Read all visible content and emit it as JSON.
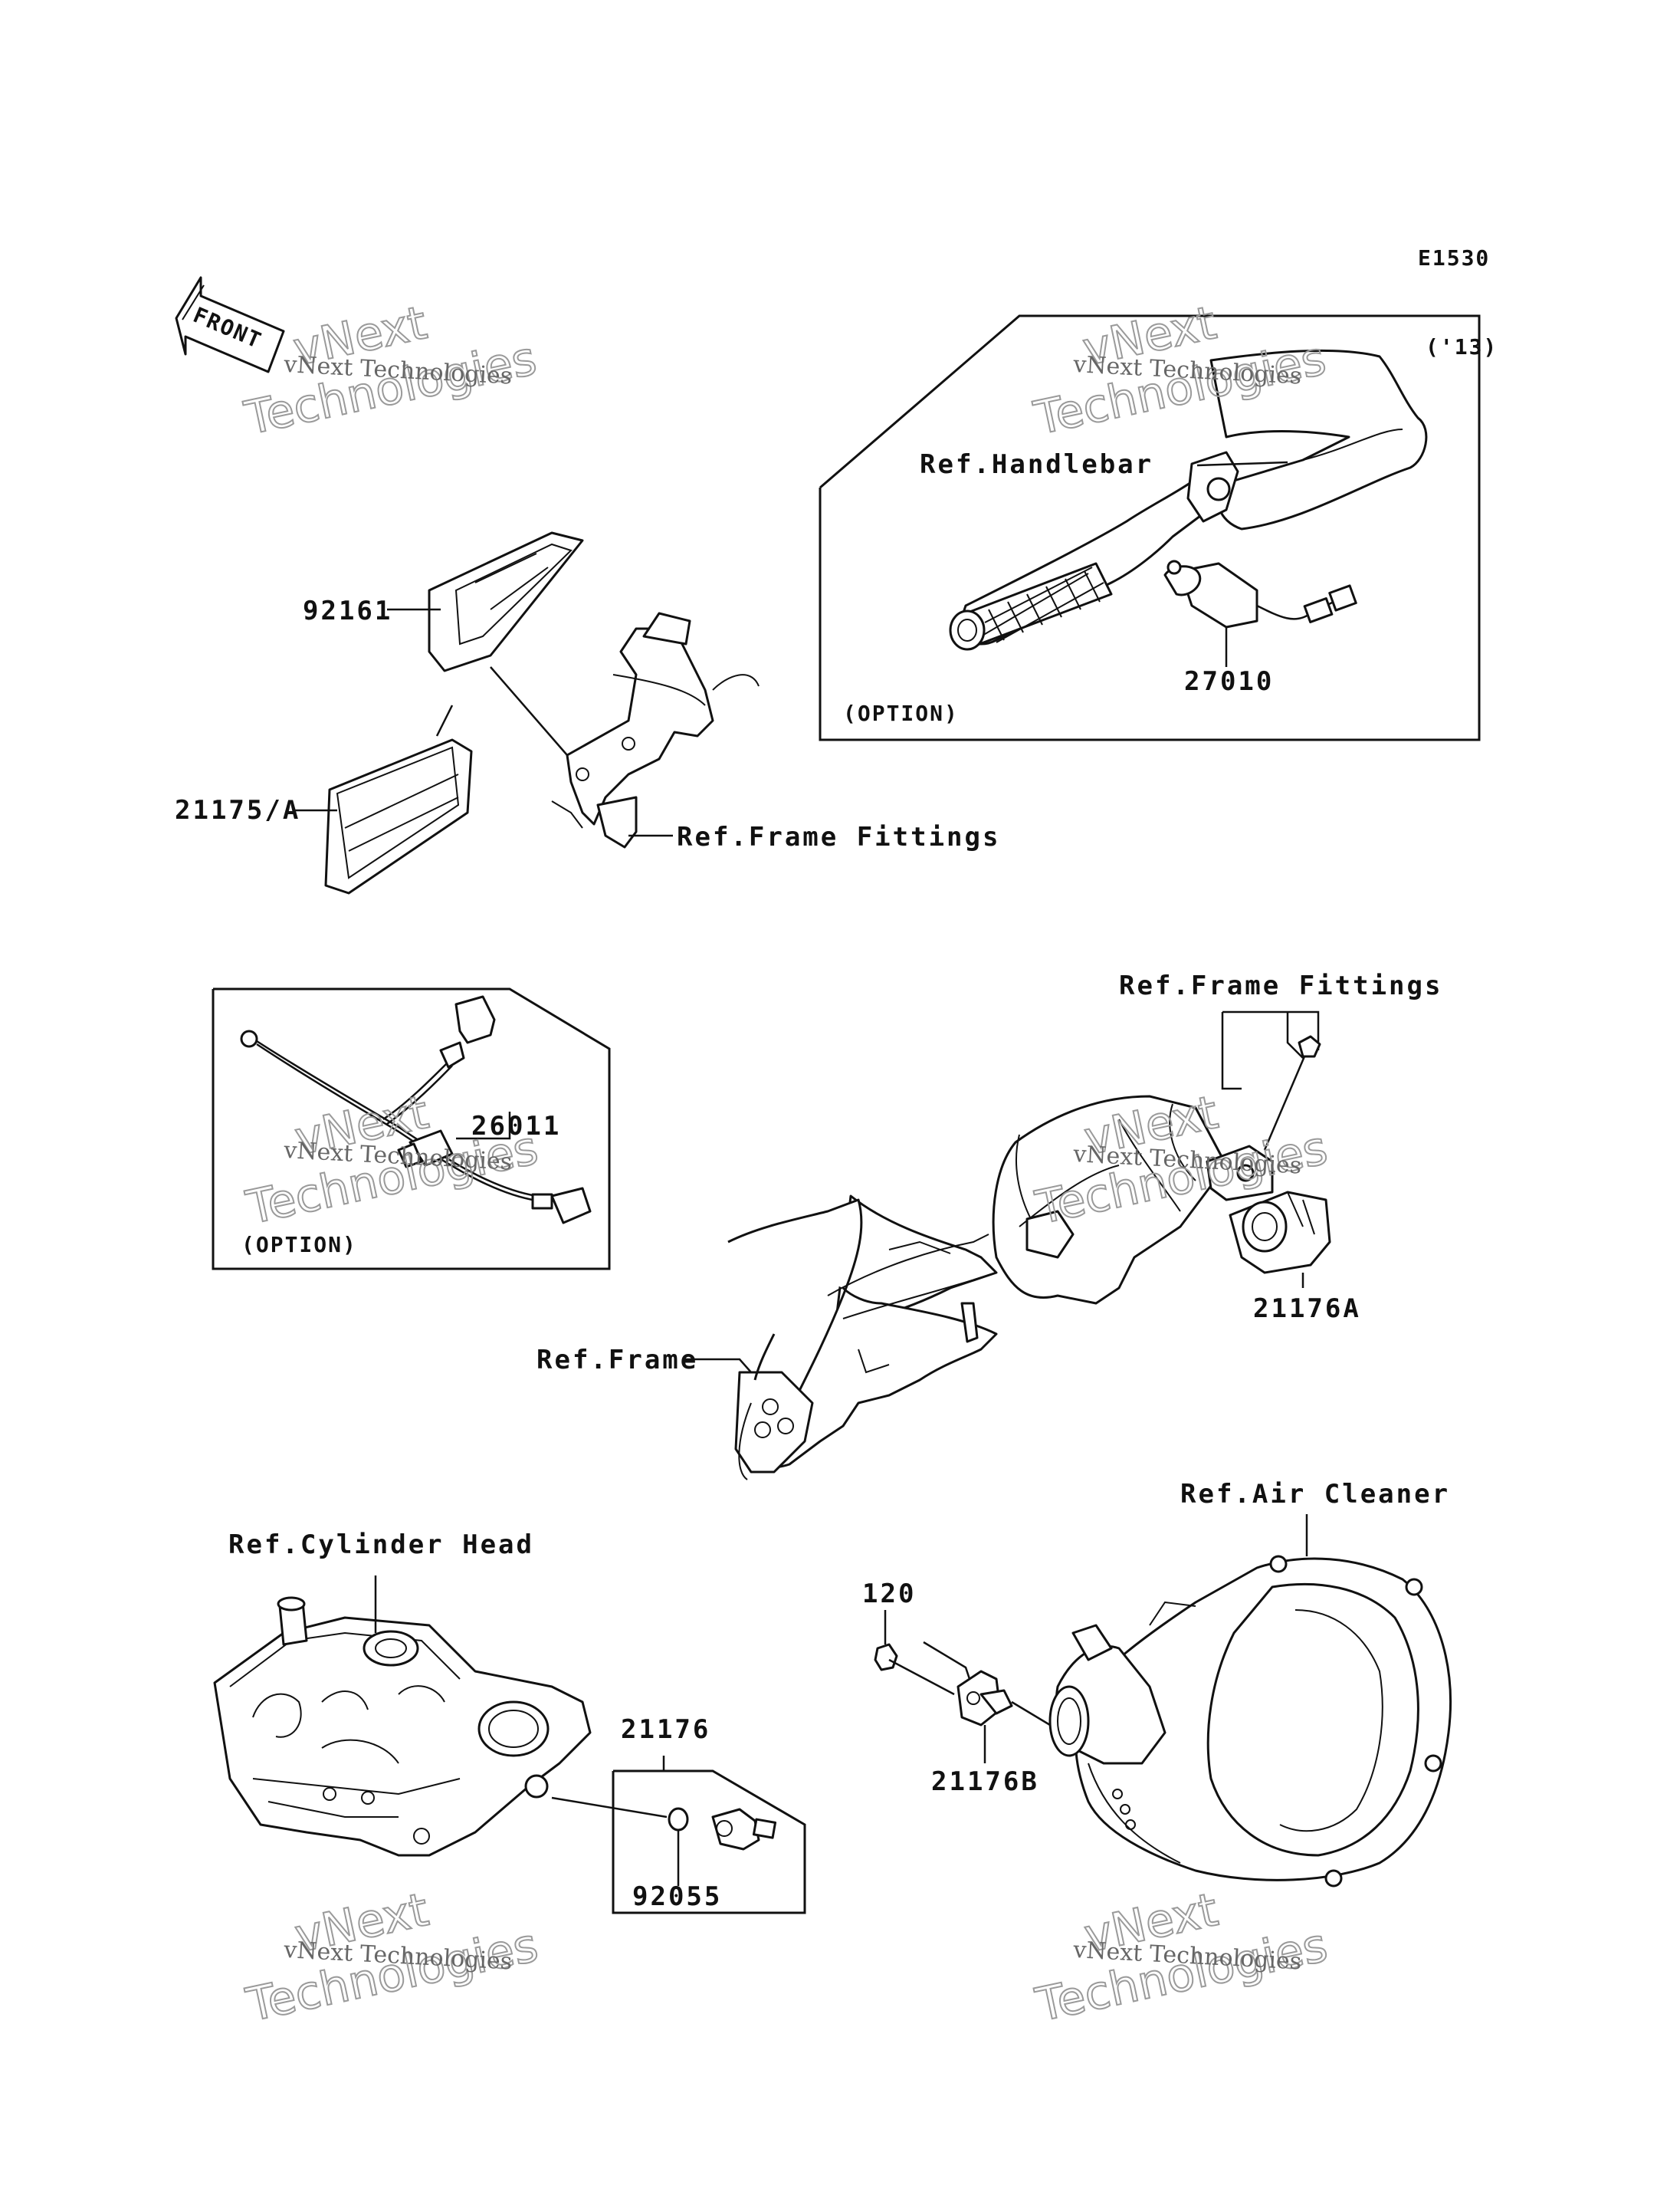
{
  "diagram_code": "E1530",
  "front_marker": "FRONT",
  "watermark": {
    "line1": "vNext",
    "line2": "Technologies",
    "line3": "vNext Technologies"
  },
  "boxes": {
    "handlebar_option": {
      "year": "('13)",
      "option": "(OPTION)"
    },
    "harness_option": {
      "option": "(OPTION)"
    }
  },
  "labels": {
    "ref_handlebar": "Ref.Handlebar",
    "p27010": "27010",
    "p92161": "92161",
    "p21175a": "21175/A",
    "ref_frame_fittings_upper": "Ref.Frame Fittings",
    "ref_frame_fittings_lower": "Ref.Frame Fittings",
    "p26011": "26011",
    "p21176a": "21176A",
    "ref_frame": "Ref.Frame",
    "ref_air_cleaner": "Ref.Air Cleaner",
    "ref_cylinder_head": "Ref.Cylinder Head",
    "p120": "120",
    "p21176": "21176",
    "p21176b": "21176B",
    "p92055": "92055"
  }
}
